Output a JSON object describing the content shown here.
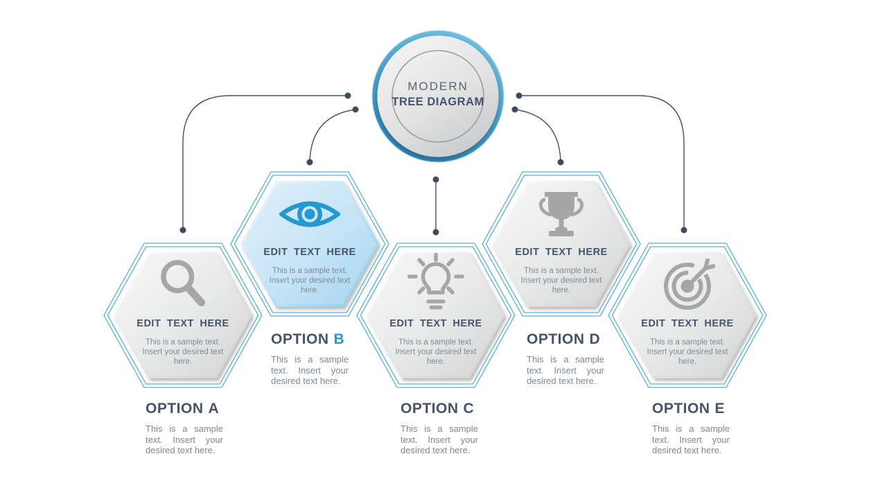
{
  "colors": {
    "accent-blue": "#2598d2",
    "outline-blue": "#58b1da",
    "dark-slate": "#44546a",
    "body-gray": "#808a96",
    "label-gray": "#7d8894",
    "icon-gray": "#a6a6a6",
    "connector": "#42506a",
    "dot": "#3e4c62"
  },
  "center_circle": {
    "line1": "MODERN",
    "line2": "TREE DIAGRAM"
  },
  "options": [
    {
      "id": "option-a",
      "icon": "magnifier-icon",
      "variant": "gray",
      "card_title": "EDIT TEXT HERE",
      "card_body": "This is a sample text. Insert your desired text here.",
      "label_word": "OPTION",
      "label_letter": "A",
      "letter_accent": false,
      "label_body": "This is a sample text. Insert your desired text here."
    },
    {
      "id": "option-b",
      "icon": "eye-icon",
      "variant": "blue",
      "card_title": "EDIT TEXT HERE",
      "card_body": "This is a sample text. Insert your desired text here.",
      "label_word": "OPTION",
      "label_letter": "B",
      "letter_accent": true,
      "label_body": "This is a sample text. Insert your desired text here."
    },
    {
      "id": "option-c",
      "icon": "light-bulb-icon",
      "variant": "gray",
      "card_title": "EDIT TEXT HERE",
      "card_body": "This is a sample text. Insert your desired text here.",
      "label_word": "OPTION",
      "label_letter": "C",
      "letter_accent": false,
      "label_body": "This is a sample text. Insert your desired text here."
    },
    {
      "id": "option-d",
      "icon": "trophy-icon",
      "variant": "gray",
      "card_title": "EDIT TEXT HERE",
      "card_body": "This is a sample text. Insert your desired text here.",
      "label_word": "OPTION",
      "label_letter": "D",
      "letter_accent": false,
      "label_body": "This is a sample text. Insert your desired text here."
    },
    {
      "id": "option-e",
      "icon": "target-arrow-icon",
      "variant": "gray",
      "card_title": "EDIT TEXT HERE",
      "card_body": "This is a sample text. Insert your desired text here.",
      "label_word": "OPTION",
      "label_letter": "E",
      "letter_accent": false,
      "label_body": "This is a sample text. Insert your desired text here."
    }
  ]
}
